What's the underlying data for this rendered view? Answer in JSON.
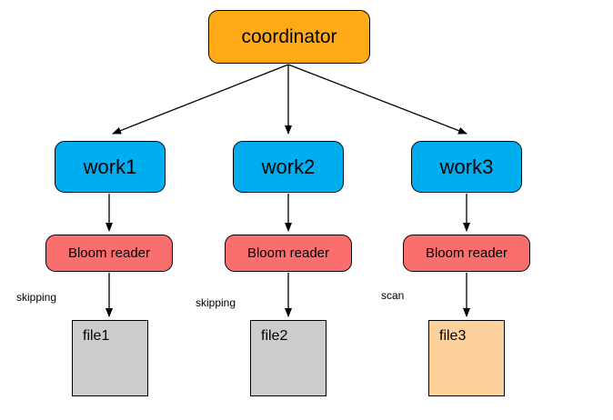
{
  "diagram": {
    "type": "flowchart",
    "title": "coordinator worker bloom-reader file scan/skipping flow",
    "colors": {
      "coordinator": "#FFAB17",
      "worker": "#00AEEF",
      "bloom_reader": "#FB6E6E",
      "file_default": "#CCCCCC",
      "file_scanned": "#FCD19C",
      "stroke": "#000000",
      "background": "#FFFFFF"
    },
    "nodes": {
      "coordinator": {
        "label": "coordinator"
      },
      "workers": [
        {
          "label": "work1"
        },
        {
          "label": "work2"
        },
        {
          "label": "work3"
        }
      ],
      "bloom_readers": [
        {
          "label": "Bloom reader"
        },
        {
          "label": "Bloom reader"
        },
        {
          "label": "Bloom reader"
        }
      ],
      "files": [
        {
          "label": "file1"
        },
        {
          "label": "file2"
        },
        {
          "label": "file3"
        }
      ]
    },
    "edge_labels": [
      {
        "label": "skipping"
      },
      {
        "label": "skipping"
      },
      {
        "label": "scan"
      }
    ]
  }
}
